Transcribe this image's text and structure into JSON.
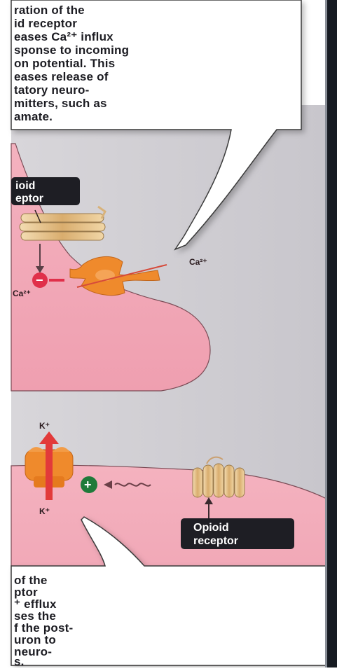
{
  "top_callout": {
    "lines": [
      "ration of the",
      "id receptor",
      "eases Ca²⁺ influx",
      "sponse to incoming",
      "on potential. This",
      "eases release of",
      "tatory neuro-",
      "mitters, such as",
      "amate."
    ]
  },
  "presynaptic": {
    "receptor_label_lines": [
      "ioid",
      "eptor"
    ],
    "calcium_channel_label": "Ca²⁺",
    "blocked_calcium_label": "Ca²⁺",
    "minus_symbol": "−"
  },
  "postsynaptic": {
    "potassium_top_label": "K⁺",
    "potassium_bottom_label": "K⁺",
    "plus_symbol": "+",
    "receptor_label_lines": [
      "Opioid",
      "receptor"
    ]
  },
  "bottom_callout": {
    "lines": [
      "of the",
      "ptor",
      "⁺ efflux",
      "ses the",
      "f the post-",
      "uron to",
      "neuro-",
      "s."
    ]
  },
  "colors": {
    "background_gray": "#cfcdd2",
    "neuron_pink": "#f2a9b6",
    "callout_white": "#ffffff",
    "channel_orange": "#ef8a2c",
    "receptor_tan": "#e6c48f",
    "label_dark": "#1e1e22",
    "minus_red": "#e0304a",
    "plus_green": "#1f7a3a",
    "potassium_red": "#e23a3a",
    "frame_dark": "#171b22"
  }
}
